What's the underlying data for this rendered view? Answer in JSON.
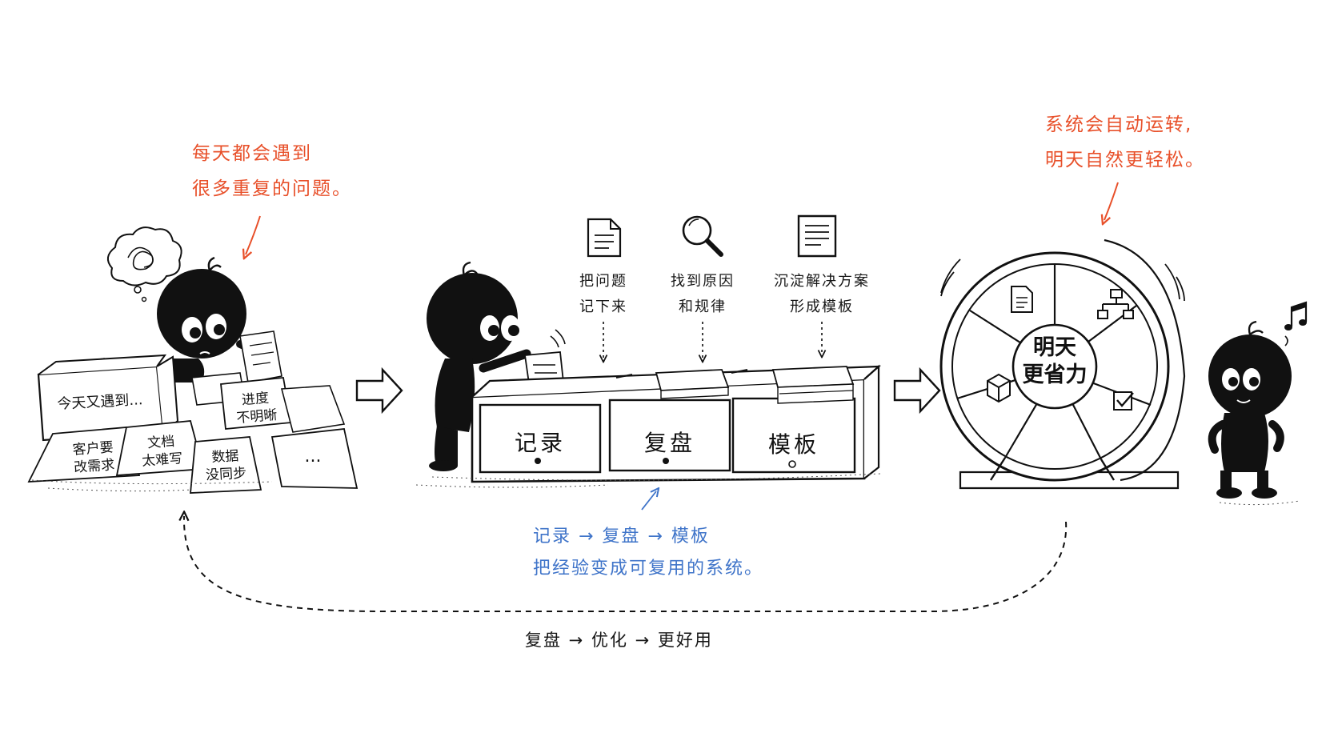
{
  "annotations": {
    "left_note": [
      "每天都会遇到",
      "很多重复的问题。"
    ],
    "right_note": [
      "系统会自动运转,",
      "明天自然更轻松。"
    ],
    "middle_note": [
      "记录 → 复盘 → 模板",
      "把经验变成可复用的系统。"
    ]
  },
  "problems": {
    "box_label": "今天又遇到...",
    "papers": [
      {
        "lines": [
          "进度",
          "不明晰"
        ]
      },
      {
        "lines": [
          "客户要",
          "改需求"
        ]
      },
      {
        "lines": [
          "文档",
          "太难写"
        ]
      },
      {
        "lines": [
          "数据",
          "没同步"
        ]
      },
      {
        "lines": [
          "..."
        ]
      }
    ]
  },
  "steps": [
    {
      "icon": "document-icon",
      "lines": [
        "把问题",
        "记下来"
      ]
    },
    {
      "icon": "magnifier-icon",
      "lines": [
        "找到原因",
        "和规律"
      ]
    },
    {
      "icon": "template-doc-icon",
      "lines": [
        "沉淀解决方案",
        "形成模板"
      ]
    }
  ],
  "drawers": [
    "记录",
    "复盘",
    "模板"
  ],
  "wheel": {
    "center": [
      "明天",
      "更省力"
    ],
    "icons": [
      "document-icon",
      "org-chart-icon",
      "cube-icon",
      "checkbox-icon"
    ]
  },
  "loop_label": "复盘 → 优化 → 更好用",
  "colors": {
    "red_note": "#e8502a",
    "blue_note": "#3f74c9",
    "ink": "#111111"
  }
}
